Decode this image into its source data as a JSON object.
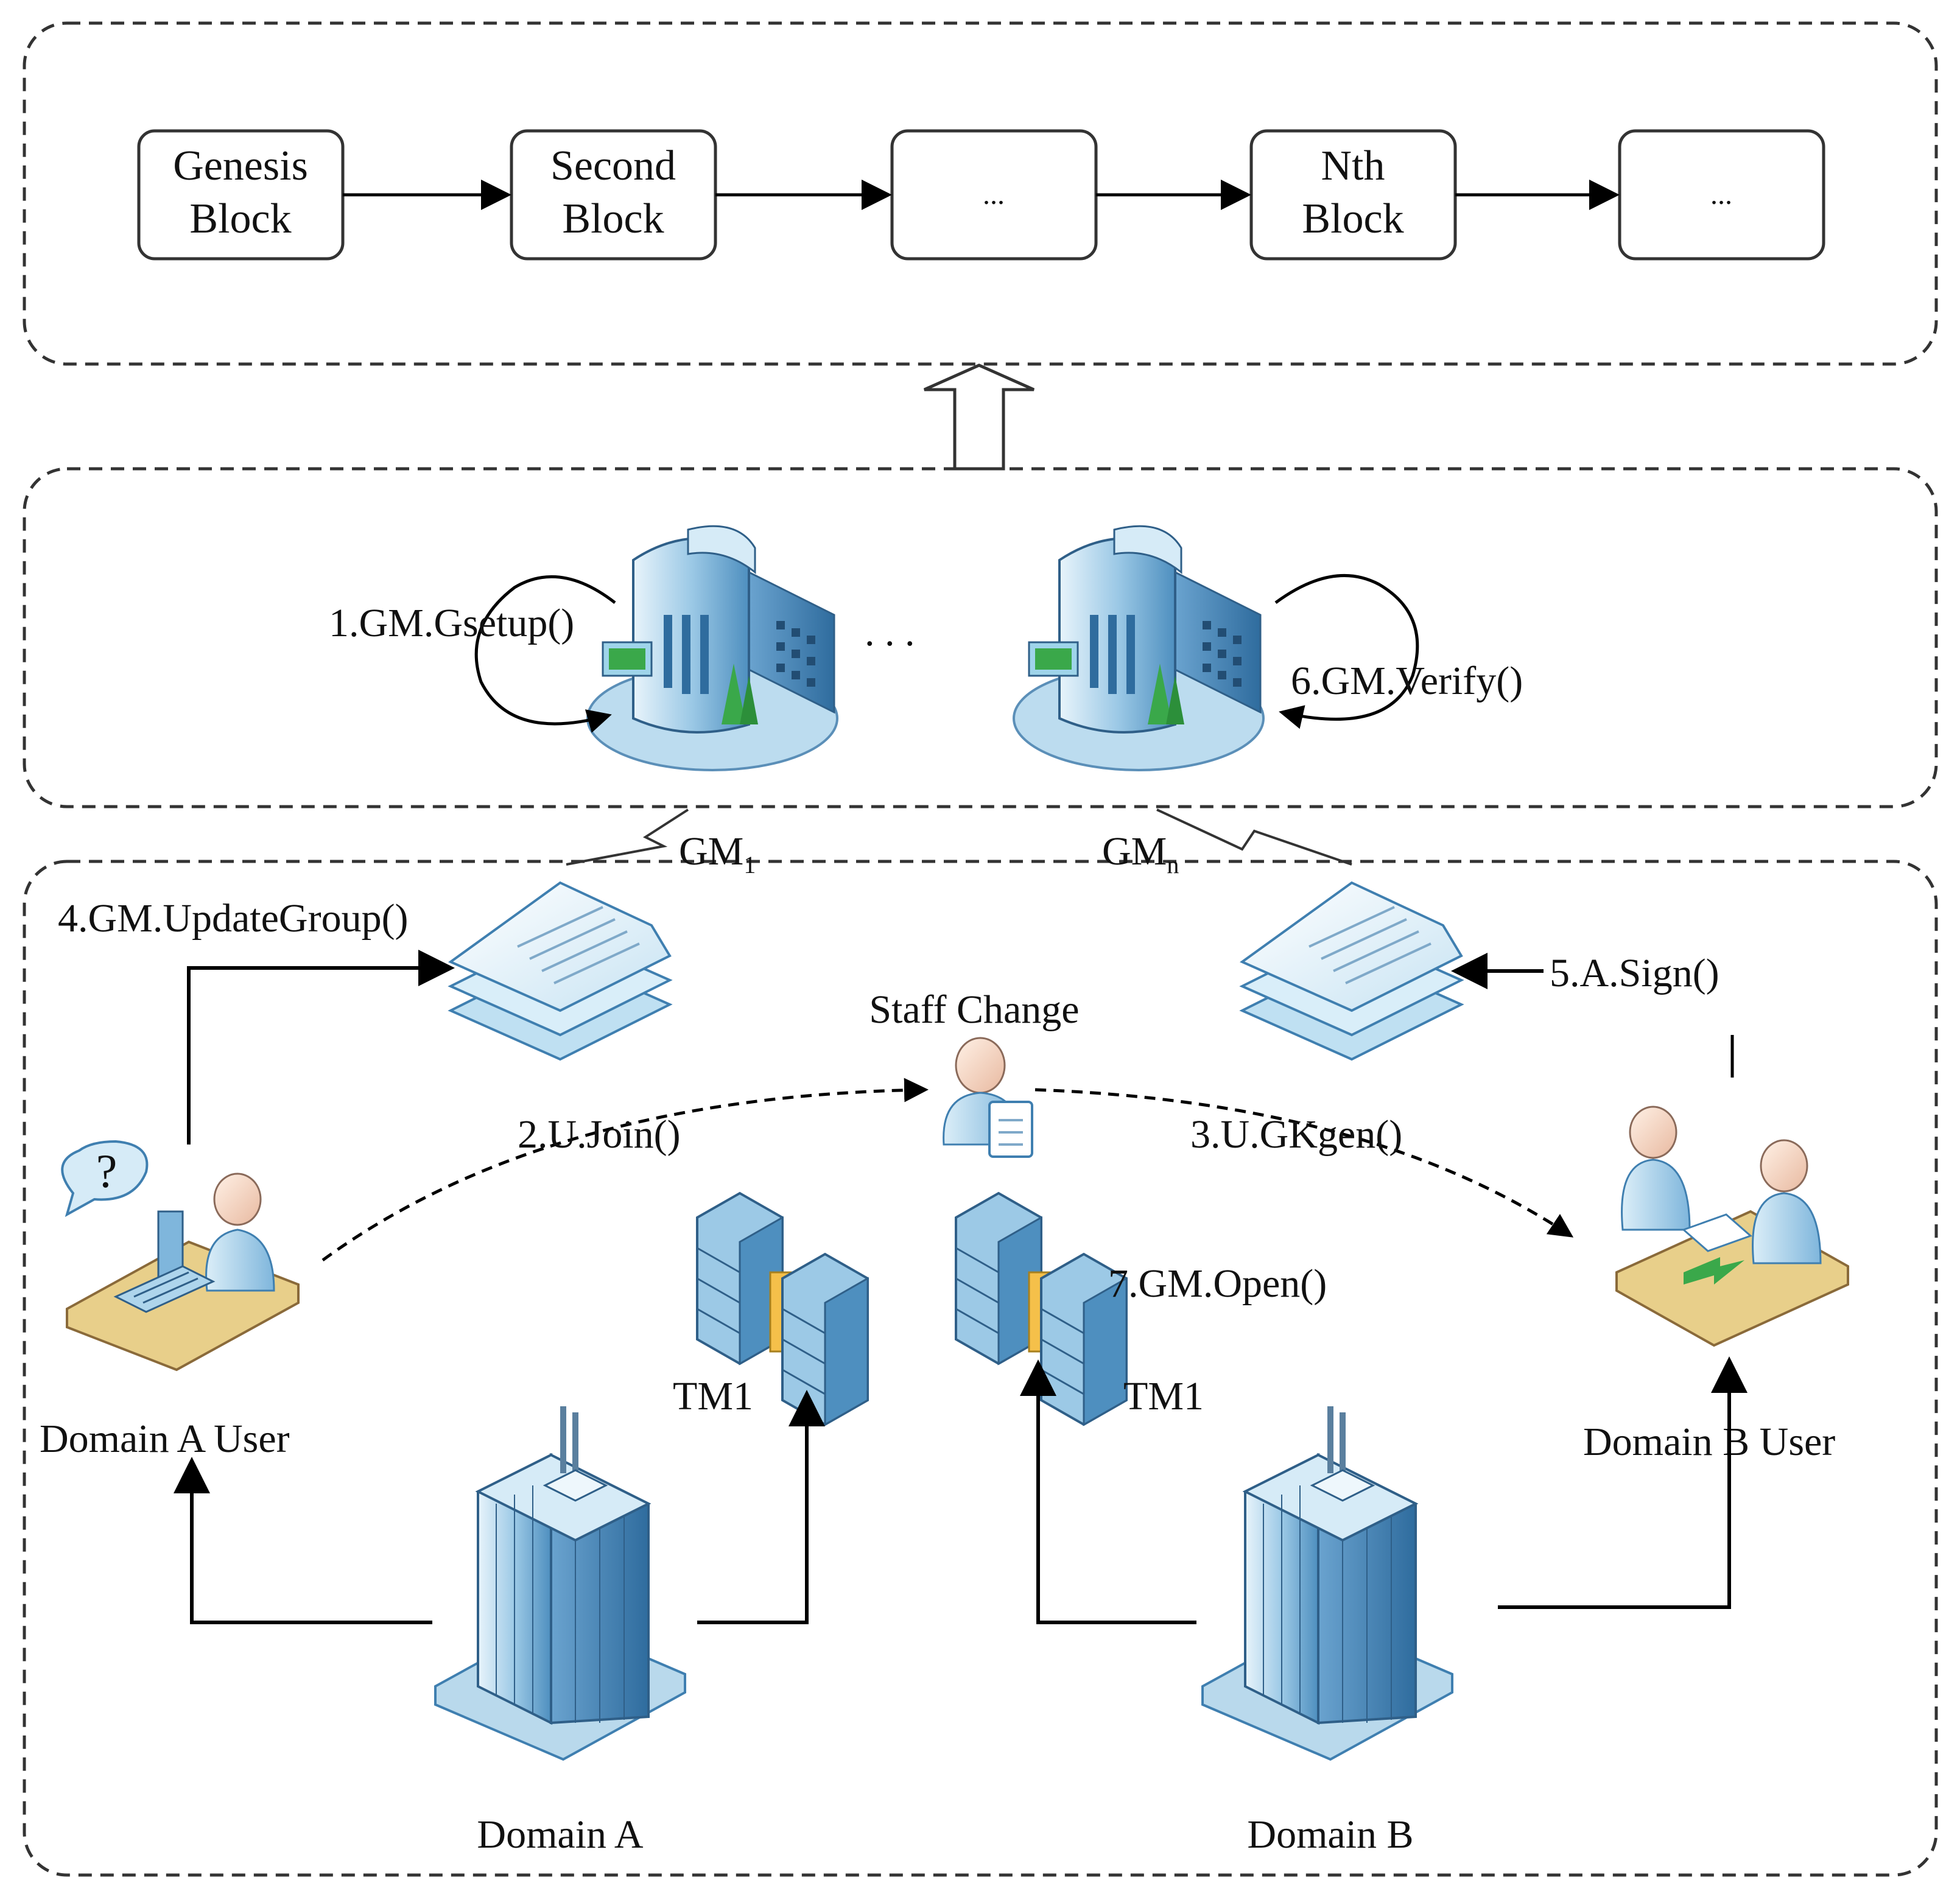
{
  "blockchain": {
    "blocks": [
      {
        "line1": "Genesis",
        "line2": "Block"
      },
      {
        "line1": "Second",
        "line2": "Block"
      },
      {
        "line1": "...",
        "line2": ""
      },
      {
        "line1": "Nth",
        "line2": "Block"
      },
      {
        "line1": "...",
        "line2": ""
      }
    ]
  },
  "managers": {
    "setup_label": "1.GM.Gsetup()",
    "separator": ". . .",
    "verify_label": "6.GM.Verify()",
    "gm1_label": "GM",
    "gm1_sub": "1",
    "gmn_label": "GM",
    "gmn_sub": "n"
  },
  "domains": {
    "update_group_label": "4.GM.UpdateGroup()",
    "sign_label": "5.A.Sign()",
    "staff_change_label": "Staff Change",
    "join_label": "2.U.Join()",
    "gkgen_label": "3.U.GKgen()",
    "open_label": "7.GM.Open()",
    "tm_left_label": "TM1",
    "tm_right_label": "TM1",
    "domain_a_user_label": "Domain A User",
    "domain_b_user_label": "Domain B User",
    "domain_a_label": "Domain A",
    "domain_b_label": "Domain B"
  },
  "colors": {
    "panel_border": "#333333",
    "arrow": "#000000",
    "glass_light": "#cfe6f5",
    "glass_mid": "#7fb6dc",
    "glass_dark": "#3f7fb0",
    "desk": "#e8cf8a",
    "tree_green": "#3aa84a"
  }
}
